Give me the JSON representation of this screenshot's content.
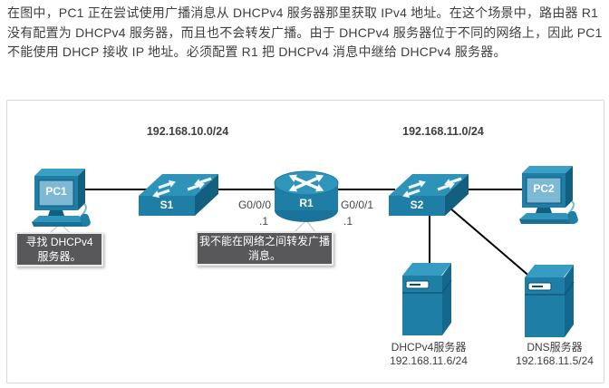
{
  "intro": "在图中，PC1 正在尝试使用广播消息从 DHCPv4 服务器那里获取 IPv4 地址。在这个场景中，路由器 R1 没有配置为 DHCPv4 服务器，而且也不会转发广播。由于 DHCPv4 服务器位于不同的网络上，因此 PC1 不能使用 DHCP 接收 IP 地址。必须配置 R1 把 DHCPv4 消息中继给 DHCPv4 服务器。",
  "diagram": {
    "subnet_left": "192.168.10.0/24",
    "subnet_right": "192.168.11.0/24",
    "devices": {
      "pc1": "PC1",
      "s1": "S1",
      "r1": "R1",
      "s2": "S2",
      "pc2": "PC2",
      "dhcp_server": {
        "name": "DHCPv4服务器",
        "ip": "192.168.11.6/24"
      },
      "dns_server": {
        "name": "DNS服务器",
        "ip": "192.168.11.5/24"
      }
    },
    "interfaces": {
      "g0_0_0": {
        "name": "G0/0/0",
        "host": ".1"
      },
      "g0_0_1": {
        "name": "G0/0/1",
        "host": ".1"
      }
    },
    "callouts": {
      "pc1_speech": "寻找 DHCPv4 服务器。",
      "r1_speech": "我不能在网络之间转发广播消息。"
    },
    "colors": {
      "device_primary": "#1f7ea6",
      "device_light": "#2f95bb",
      "device_dark": "#135f80",
      "screen": "#7db9d4",
      "callout_bg": "#58585b",
      "callout_border": "#ebebeb",
      "link": "#000000",
      "frame_border": "#dadada",
      "text": "#3f3f3f"
    }
  }
}
